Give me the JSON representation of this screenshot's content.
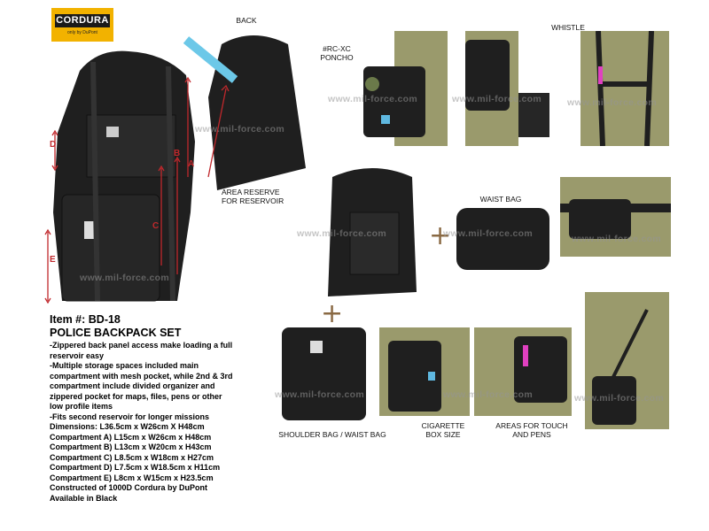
{
  "logo": {
    "brand": "CORDURA",
    "tagline": "only by DuPont",
    "bg_color": "#f2b200"
  },
  "watermark": "www.mil-force.com",
  "labels": {
    "back": "BACK",
    "rcxc_line1": "#RC-XC",
    "rcxc_line2": "PONCHO",
    "whistle": "WHISTLE",
    "area_reserve_line1": "AREA RESERVE",
    "area_reserve_line2": "FOR RESERVOIR",
    "waist_bag": "WAIST BAG",
    "shoulder_waist": "SHOULDER BAG / WAIST BAG",
    "cigarette_line1": "CIGARETTE",
    "cigarette_line2": "BOX SIZE",
    "touch_line1": "AREAS FOR TOUCH",
    "touch_line2": "AND PENS",
    "compartments": [
      "D",
      "B",
      "A",
      "C",
      "E"
    ],
    "plus": "+"
  },
  "product": {
    "item": "Item #: BD-18",
    "title": "POLICE BACKPACK SET",
    "bullets": [
      "-Zippered back panel access make loading a full",
      " reservoir easy",
      "-Multiple storage spaces included main",
      " compartment with mesh pocket, while 2nd & 3rd",
      " compartment include divided organizer and",
      " zippered pocket for maps, files, pens or other",
      " low profile items",
      "-Fits second reservoir for longer missions",
      " Dimensions: L36.5cm x W26cm X H48cm",
      " Compartment A) L15cm x W26cm x H48cm",
      " Compartment B) L13cm x W20cm x H43cm",
      " Compartment C) L8.5cm x W18cm x H27cm",
      " Compartment D) L7.5cm x W18.5cm x H11cm",
      " Compartment E) L8cm x W15cm x H23.5cm",
      " Constructed of 1000D Cordura by DuPont",
      " Available in Black"
    ]
  },
  "colors": {
    "bag": "#1f1f1f",
    "uniform": "#9a9a6c",
    "accent_red": "#c0282c"
  }
}
